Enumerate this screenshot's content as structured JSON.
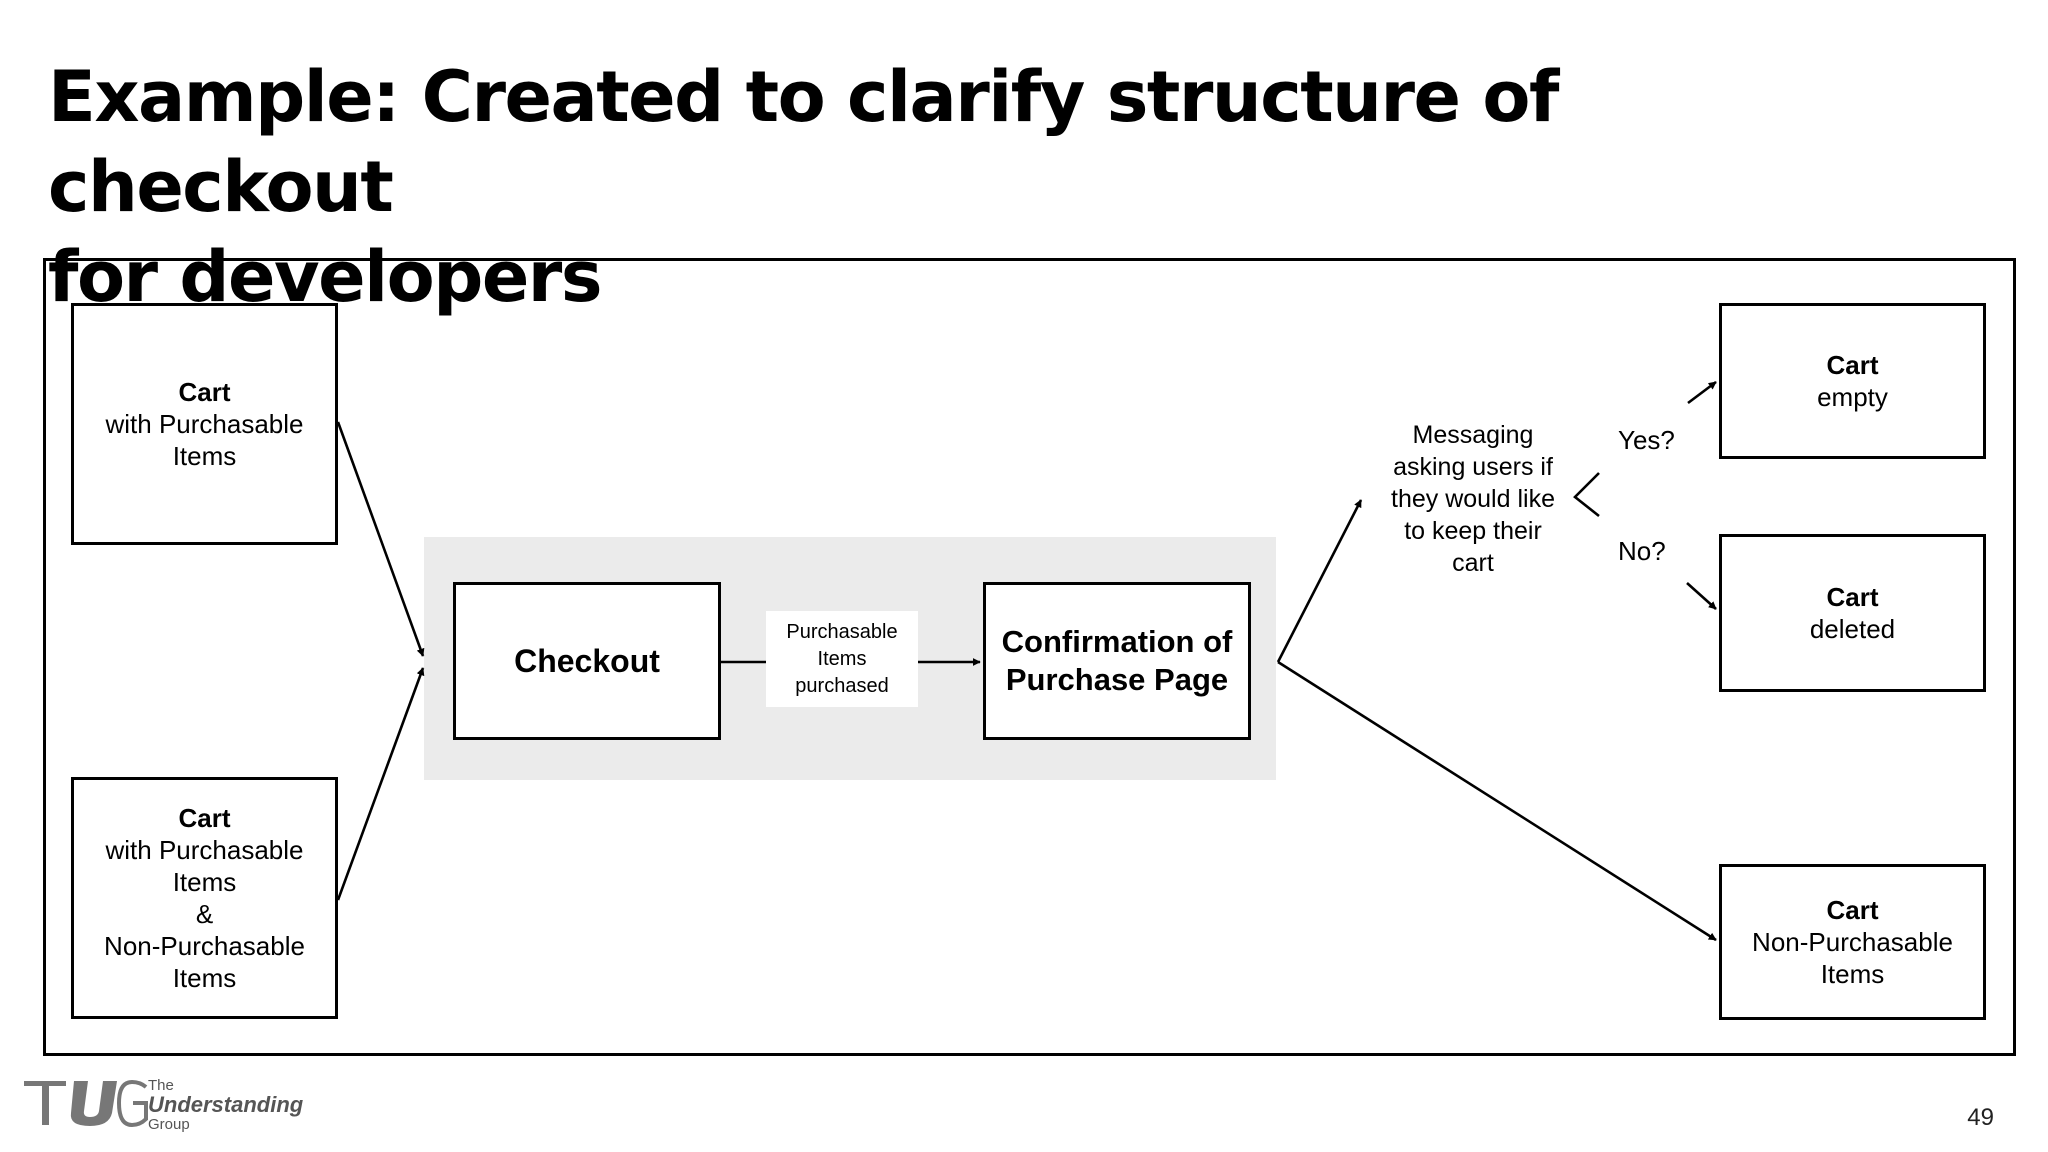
{
  "slide": {
    "title_line1": "Example: Created to clarify structure of checkout",
    "title_line2": "for developers",
    "page_number": "49"
  },
  "diagram": {
    "cart_purchasable": {
      "heading": "Cart",
      "lines": [
        "with Purchasable",
        "Items"
      ]
    },
    "cart_mixed": {
      "heading": "Cart",
      "lines": [
        "with Purchasable",
        "Items",
        "&",
        "Non-Purchasable",
        "Items"
      ]
    },
    "checkout": "Checkout",
    "purchased_note": [
      "Purchasable",
      "Items",
      "purchased"
    ],
    "confirmation": [
      "Confirmation of",
      "Purchase Page"
    ],
    "messaging": [
      "Messaging",
      "asking users if",
      "they would like",
      "to keep their",
      "cart"
    ],
    "yes_label": "Yes?",
    "no_label": "No?",
    "cart_empty": {
      "heading": "Cart",
      "sub": "empty"
    },
    "cart_deleted": {
      "heading": "Cart",
      "sub": "deleted"
    },
    "cart_non_purchasable": {
      "heading": "Cart",
      "lines": [
        "Non-Purchasable",
        "Items"
      ]
    }
  },
  "logo": {
    "mark": "TUG",
    "the": "The",
    "name": "Understanding",
    "group": "Group"
  }
}
